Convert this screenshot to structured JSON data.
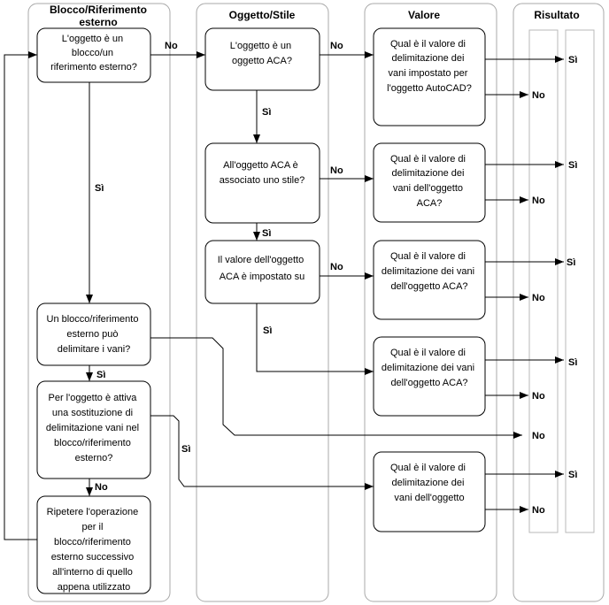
{
  "lanes": {
    "blocco_line1": "Blocco/Riferimento",
    "blocco_line2": "esterno",
    "oggetto": "Oggetto/Stile",
    "valore": "Valore",
    "risultato": "Risultato"
  },
  "nodes": {
    "q_blocco": [
      "L'oggetto è un",
      "blocco/un",
      "riferimento esterno?"
    ],
    "q_aca": [
      "L'oggetto è un",
      "oggetto ACA?"
    ],
    "q_stile": [
      "All'oggetto ACA è",
      "associato uno stile?"
    ],
    "q_valore_aca": [
      "Il valore dell'oggetto",
      "ACA è impostato su"
    ],
    "q_blocco_delim": [
      "Un blocco/riferimento",
      "esterno può",
      "delimitare i vani?"
    ],
    "q_sostituzione": [
      "Per l'oggetto è attiva",
      "una sostituzione di",
      "delimitazione vani nel",
      "blocco/riferimento",
      "esterno?"
    ],
    "ripetere": [
      "Ripetere l'operazione",
      "per il",
      "blocco/riferimento",
      "esterno successivo",
      "all'interno di quello",
      "appena utilizzato"
    ],
    "v_autocad": [
      "Qual è il valore di",
      "delimitazione dei",
      "vani impostato per",
      "l'oggetto AutoCAD?"
    ],
    "v_aca1": [
      "Qual è il valore di",
      "delimitazione dei",
      "vani dell'oggetto",
      "ACA?"
    ],
    "v_aca2": [
      "Qual è il valore di",
      "delimitazione dei vani",
      "dell'oggetto ACA?"
    ],
    "v_aca3": [
      "Qual è il valore di",
      "delimitazione dei vani",
      "dell'oggetto ACA?"
    ],
    "v_oggetto": [
      "Qual è il valore di",
      "delimitazione dei",
      "vani dell'oggetto"
    ]
  },
  "labels": {
    "si": "Sì",
    "no": "No"
  }
}
